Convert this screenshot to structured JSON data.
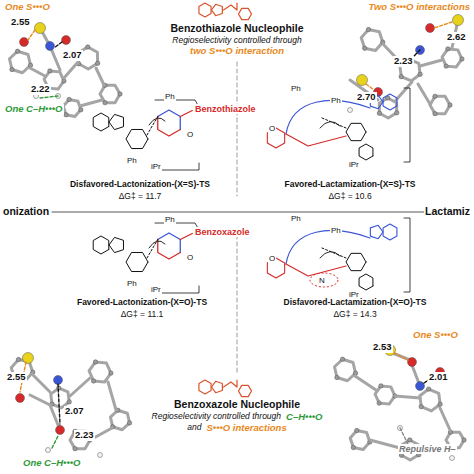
{
  "diagram": {
    "labels": [
      "One S•••O",
      "2.55",
      "2.07",
      "2.22",
      "One C–H•••O",
      "Benzothiazole Nucleophile",
      "Regioselectivity controlled through",
      "two S•••O interaction",
      "Two S•••O interactions",
      "2.62",
      "2.23",
      "2.70",
      "Benzothiazole",
      "Ph",
      "Ph",
      "iPr",
      "O",
      "Disfavored-Lactonization-(X=S)-TS",
      "ΔG‡ = 11.7",
      "Ph",
      "Ph",
      "iPr",
      "O",
      "Favored-Lactamization-(X=S)-TS",
      "ΔG‡ = 10.6",
      "onization",
      "Lactamiz",
      "Benzoxazole",
      "Ph",
      "Ph",
      "iPr",
      "O",
      "Favored-Lactonization-(X=O)-TS",
      "ΔG‡ = 11.1",
      "Ph",
      "Ph",
      "iPr",
      "O",
      "N",
      "Disfavored-Lactamization-(X=O)-TS",
      "ΔG‡ = 14.3",
      "Benzoxazole Nucleophile",
      "Regioselectivity controlled through",
      "C–H•••O",
      "and",
      "S•••O interactions",
      "2.55",
      "2.07",
      "2.23",
      "One C–H•••O",
      "One S•••O",
      "2.53",
      "2.01",
      "Repulsive H–"
    ]
  }
}
